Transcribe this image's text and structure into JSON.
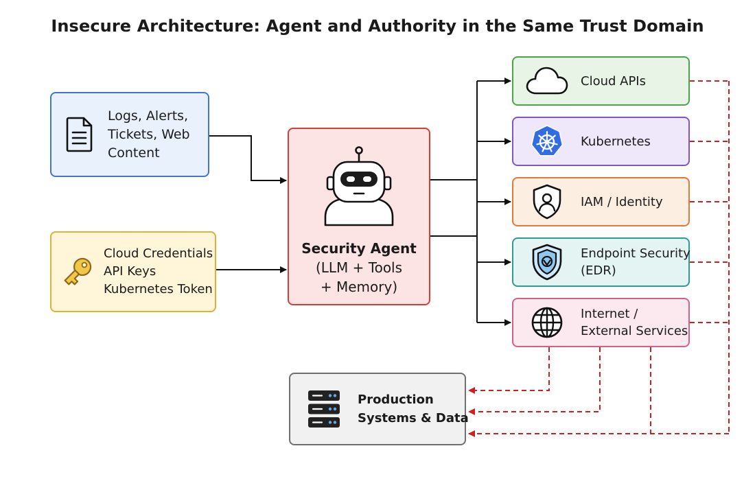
{
  "title": "Insecure  Architecture: Agent and Authority in the Same Trust Domain",
  "inputs": {
    "data_sources": {
      "icon": "document-icon",
      "lines": [
        "Logs, Alerts,",
        "Tickets, Web",
        "Content"
      ]
    },
    "credentials": {
      "icon": "key-icon",
      "lines": [
        "Cloud Credentials",
        "API Keys",
        "Kubernetes Token"
      ]
    }
  },
  "agent": {
    "icon": "robot-icon",
    "lines": [
      "Security Agent",
      "(LLM + Tools",
      "+ Memory)"
    ]
  },
  "services": [
    {
      "id": "cloud",
      "icon": "cloud-icon",
      "lines": [
        "Cloud APIs"
      ]
    },
    {
      "id": "k8s",
      "icon": "kubernetes-icon",
      "lines": [
        "Kubernetes"
      ]
    },
    {
      "id": "iam",
      "icon": "identity-shield-icon",
      "lines": [
        "IAM / Identity"
      ]
    },
    {
      "id": "edr",
      "icon": "endpoint-shield-icon",
      "lines": [
        "Endpoint Security",
        "(EDR)"
      ]
    },
    {
      "id": "net",
      "icon": "globe-icon",
      "lines": [
        "Internet /",
        "External Services"
      ]
    }
  ],
  "production": {
    "icon": "server-rack-icon",
    "lines": [
      "Production",
      "Systems & Data"
    ]
  },
  "colors": {
    "arrow": "#111111",
    "dashed_arrow": "#cc1f1f",
    "kubernetes_blue": "#326ce5"
  }
}
